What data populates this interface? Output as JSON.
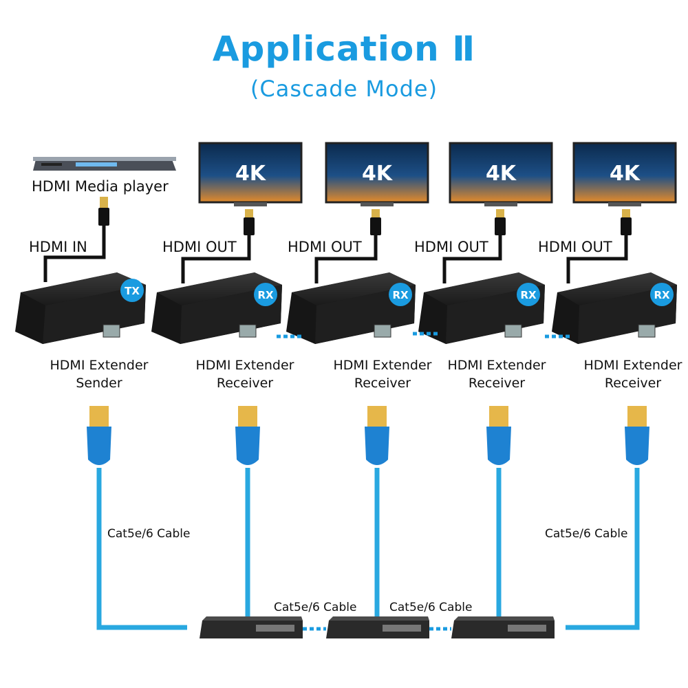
{
  "title": "Application Ⅱ",
  "subtitle": "(Cascade Mode)",
  "source": {
    "label": "HDMI Media player"
  },
  "screens": [
    {
      "badge": "4K"
    },
    {
      "badge": "4K"
    },
    {
      "badge": "4K"
    },
    {
      "badge": "4K"
    }
  ],
  "ports": [
    "HDMI IN",
    "HDMI OUT",
    "HDMI OUT",
    "HDMI OUT",
    "HDMI OUT"
  ],
  "units": [
    {
      "badge": "TX",
      "line1": "HDMI Extender",
      "line2": "Sender"
    },
    {
      "badge": "RX",
      "line1": "HDMI Extender",
      "line2": "Receiver"
    },
    {
      "badge": "RX",
      "line1": "HDMI Extender",
      "line2": "Receiver"
    },
    {
      "badge": "RX",
      "line1": "HDMI Extender",
      "line2": "Receiver"
    },
    {
      "badge": "RX",
      "line1": "HDMI Extender",
      "line2": "Receiver"
    }
  ],
  "cables": {
    "left": "Cat5e/6 Cable",
    "right": "Cat5e/6 Cable",
    "switch_link_1": "Cat5e/6 Cable",
    "switch_link_2": "Cat5e/6 Cable"
  },
  "colors": {
    "accent": "#1a9be0",
    "cable": "#29a8e0",
    "device": "#1c1c1c",
    "badge": "#1a9be0"
  }
}
